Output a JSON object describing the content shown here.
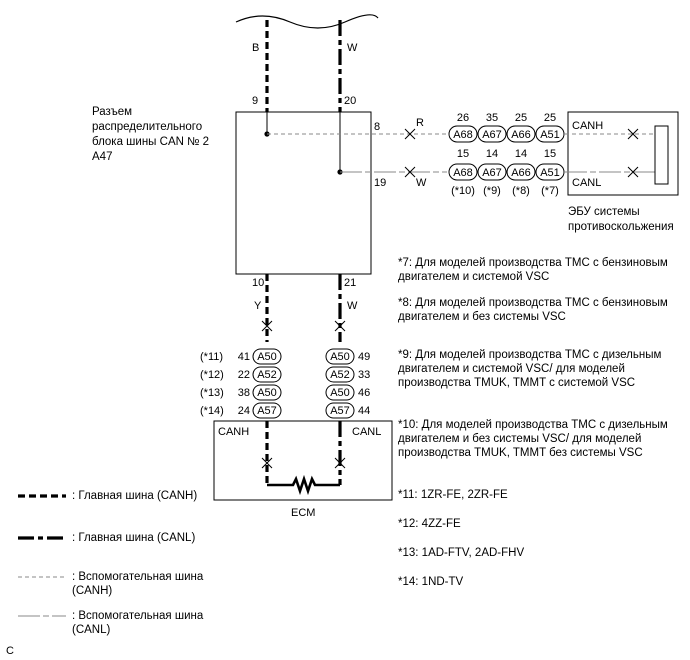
{
  "wires_top": {
    "left_color": "B",
    "right_color": "W"
  },
  "junction": {
    "label_lines": [
      "Разъем",
      "распределительного",
      "блока шины CAN № 2",
      "A47"
    ],
    "pin_top_left": "9",
    "pin_top_right": "20",
    "pin_side_upper": "8",
    "pin_side_lower": "19",
    "pin_bottom_left": "10",
    "pin_bottom_right": "21"
  },
  "sub_wires": {
    "upper_color": "R",
    "lower_color": "W"
  },
  "upper_connectors": [
    {
      "name": "A68",
      "pin_top": "26",
      "pin_bottom": "15"
    },
    {
      "name": "A67",
      "pin_top": "35",
      "pin_bottom": "14"
    },
    {
      "name": "A66",
      "pin_top": "25",
      "pin_bottom": "14"
    },
    {
      "name": "A51",
      "pin_top": "25",
      "pin_bottom": "15"
    }
  ],
  "lower_connectors": [
    {
      "name": "A68",
      "note": "(*10)"
    },
    {
      "name": "A67",
      "note": "(*9)"
    },
    {
      "name": "A66",
      "note": "(*8)"
    },
    {
      "name": "A51",
      "note": "(*7)"
    }
  ],
  "ecu": {
    "canh": "CANH",
    "canl": "CANL",
    "label_lines": [
      "ЭБУ системы",
      "противоскольжения"
    ]
  },
  "bottom_wires": {
    "left_color": "Y",
    "right_color": "W"
  },
  "ecm_connectors": [
    {
      "note": "(*11)",
      "left_pin": "41",
      "left_name": "A50",
      "right_name": "A50",
      "right_pin": "49"
    },
    {
      "note": "(*12)",
      "left_pin": "22",
      "left_name": "A52",
      "right_name": "A52",
      "right_pin": "33"
    },
    {
      "note": "(*13)",
      "left_pin": "38",
      "left_name": "A50",
      "right_name": "A50",
      "right_pin": "46"
    },
    {
      "note": "(*14)",
      "left_pin": "24",
      "left_name": "A57",
      "right_name": "A57",
      "right_pin": "44"
    }
  ],
  "ecm": {
    "canh": "CANH",
    "canl": "CANL",
    "label": "ECM"
  },
  "notes": [
    {
      "tag": "*7:",
      "text": "Для моделей производства TMC с бензиновым двигателем и системой VSC"
    },
    {
      "tag": "*8:",
      "text": "Для моделей производства TMC с бензиновым двигателем и без системы VSC"
    },
    {
      "tag": "*9:",
      "text": "Для моделей производства TMC с дизельным двигателем и системой VSC/ для моделей производства TMUK, TMMT с системой VSC"
    },
    {
      "tag": "*10:",
      "text": "Для моделей производства TMC с дизельным двигателем и без системы VSC/ для моделей производства TMUK, TMMT без системы VSC"
    },
    {
      "tag": "*11:",
      "text": "1ZR-FE, 2ZR-FE"
    },
    {
      "tag": "*12:",
      "text": "4ZZ-FE"
    },
    {
      "tag": "*13:",
      "text": "1AD-FTV, 2AD-FHV"
    },
    {
      "tag": "*14:",
      "text": "1ND-TV"
    }
  ],
  "legend": [
    {
      "text": ": Главная шина (CANH)"
    },
    {
      "text": ": Главная шина (CANL)"
    },
    {
      "text": ": Вспомогательная шина (CANH)"
    },
    {
      "text": ": Вспомогательная шина (CANL)"
    }
  ],
  "corner_mark": "C"
}
